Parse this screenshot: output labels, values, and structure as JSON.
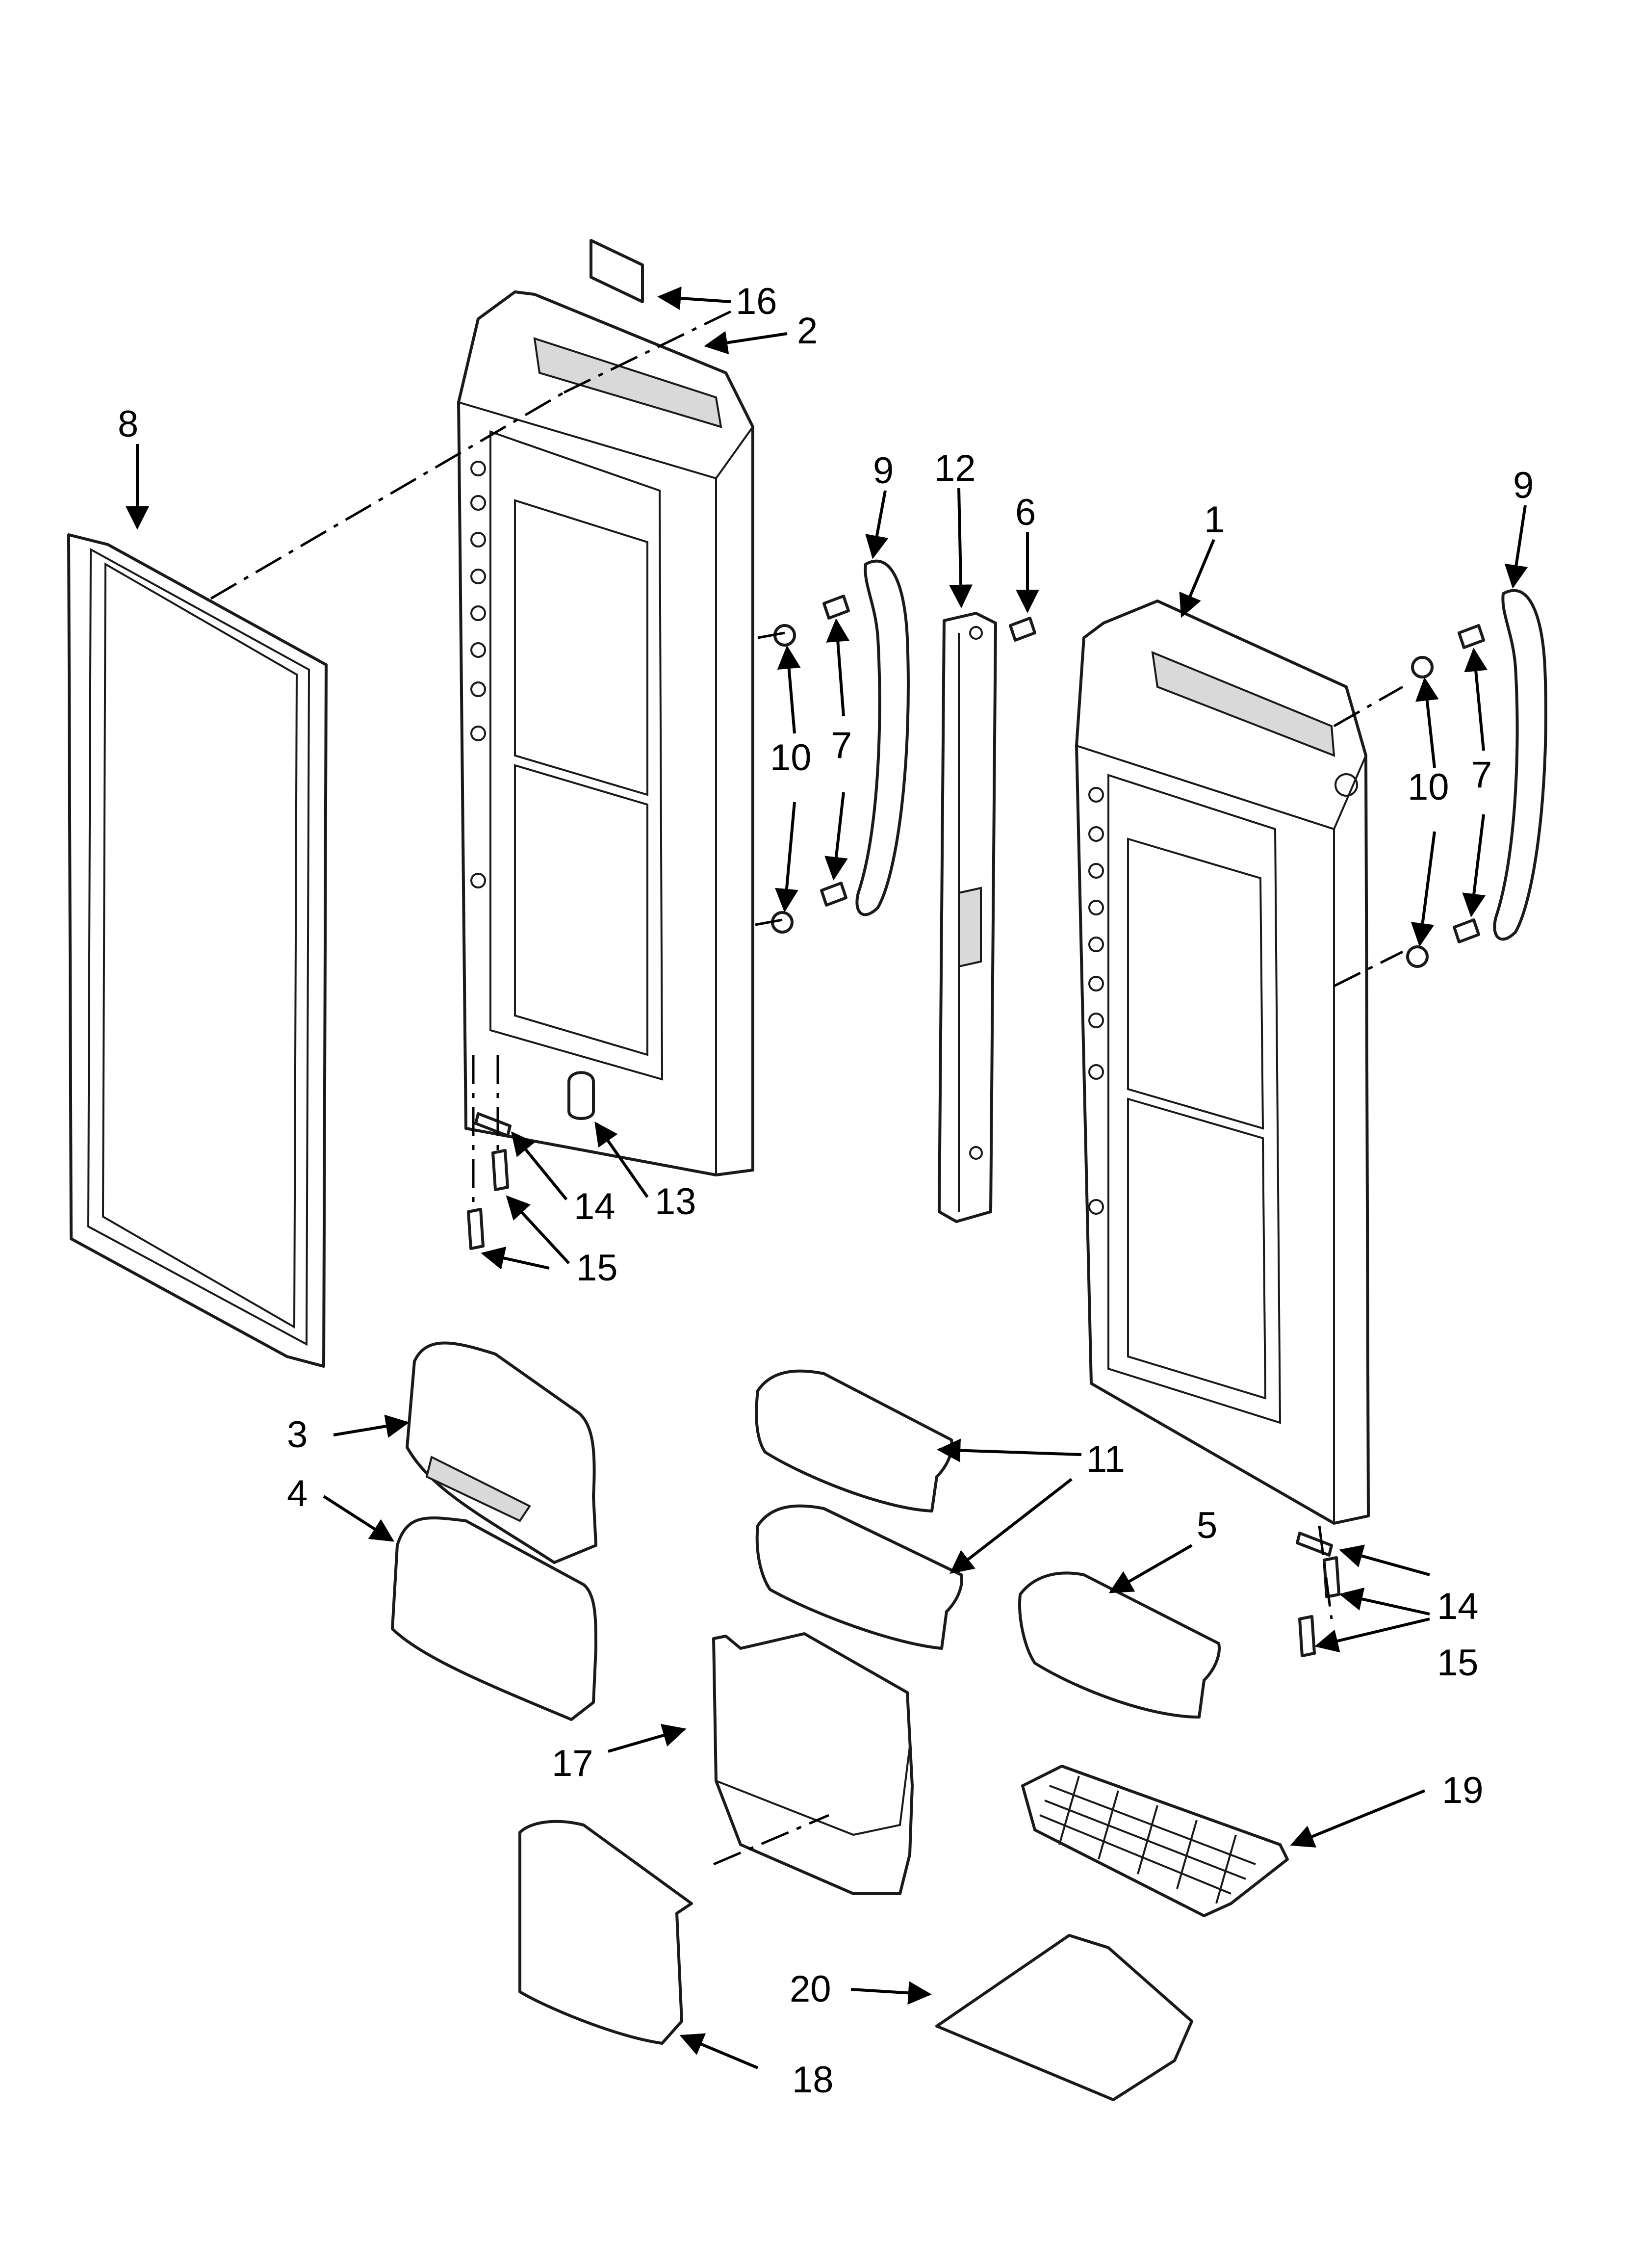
{
  "callouts": {
    "c1": "1",
    "c2": "2",
    "c3": "3",
    "c4": "4",
    "c5": "5",
    "c6": "6",
    "c7a": "7",
    "c7b": "7",
    "c8": "8",
    "c9a": "9",
    "c9b": "9",
    "c10a": "10",
    "c10b": "10",
    "c11": "11",
    "c12": "12",
    "c13": "13",
    "c14a": "14",
    "c14b": "14",
    "c15a": "15",
    "c15b": "15",
    "c16": "16",
    "c17": "17",
    "c18": "18",
    "c19": "19",
    "c20": "20"
  }
}
